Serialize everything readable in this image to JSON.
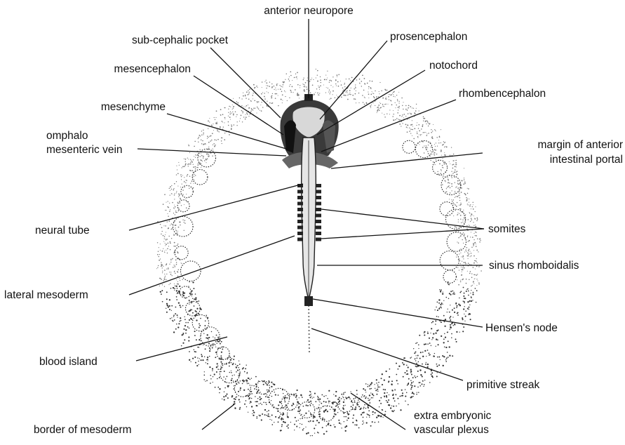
{
  "labels": {
    "anterior_neuropore": "anterior  neuropore",
    "sub_cephalic_pocket": "sub-cephalic  pocket",
    "mesencephalon": "mesencephalon",
    "mesenchyme": "mesenchyme",
    "omphalo_1": "omphalo",
    "omphalo_2": "mesenteric  vein",
    "prosencephalon": "prosencephalon",
    "notochord": "notochord",
    "rhombencephalon": "rhombencephalon",
    "margin_1": "margin   of   anterior",
    "margin_2": "intestinal   portal",
    "neural_tube": "neural  tube",
    "somites": "somites",
    "sinus_rhomboidalis": "sinus   rhomboidalis",
    "lateral_mesoderm": "lateral  mesoderm",
    "hensens_node": "Hensen's  node",
    "blood_island": "blood  island",
    "primitive_streak": "primitive  streak",
    "border_of_mesoderm": "border  of  mesoderm",
    "extra_1": "extra  embryonic",
    "extra_2": "vascular  plexus"
  }
}
